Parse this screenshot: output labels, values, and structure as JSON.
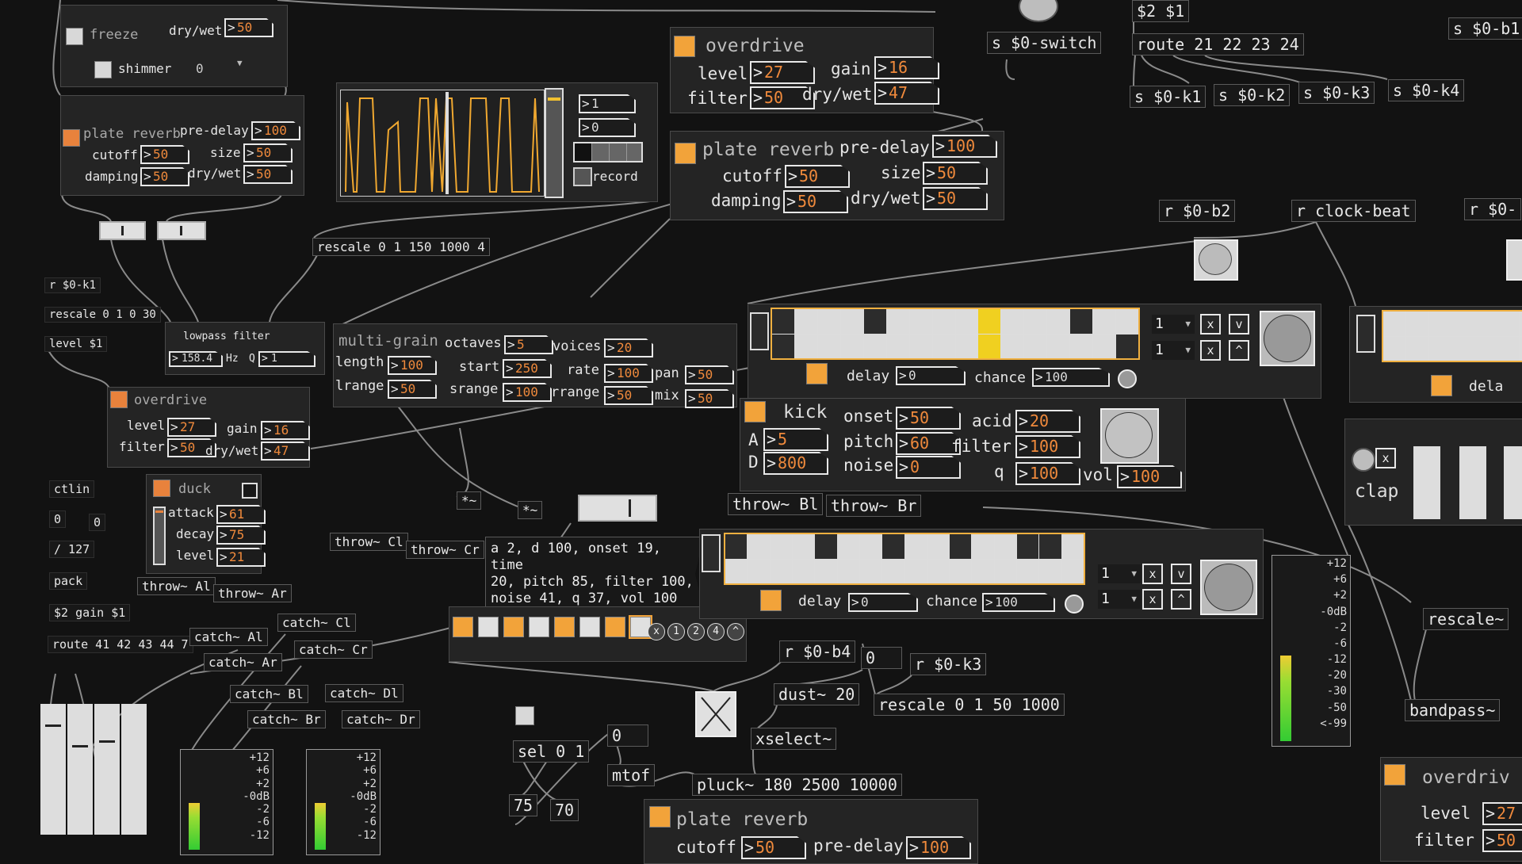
{
  "freeze_panel": {
    "freeze_label": "freeze",
    "drywet_label": "dry/wet",
    "drywet": "50",
    "shimmer_label": "shimmer",
    "shimmer_value": "0"
  },
  "plate_reverb_left": {
    "title": "plate reverb",
    "predelay_label": "pre-delay",
    "predelay": "100",
    "cutoff_label": "cutoff",
    "cutoff": "50",
    "size_label": "size",
    "size": "50",
    "damping_label": "damping",
    "damping": "50",
    "drywet_label": "dry/wet",
    "drywet": "50"
  },
  "looper": {
    "speed": "1",
    "offset": "0",
    "record_label": "record"
  },
  "lowpass": {
    "title": "lowpass filter",
    "freq": "158.4",
    "hz_label": "Hz",
    "q_label": "Q",
    "q": "1"
  },
  "overdrive_left": {
    "title": "overdrive",
    "level_label": "level",
    "level": "27",
    "filter_label": "filter",
    "filter": "50",
    "gain_label": "gain",
    "gain": "16",
    "drywet_label": "dry/wet",
    "drywet": "47"
  },
  "duck": {
    "title": "duck",
    "attack_label": "attack",
    "attack": "61",
    "decay_label": "decay",
    "decay": "75",
    "level_label": "level",
    "level": "21"
  },
  "multigrain": {
    "title": "multi-grain",
    "octaves_label": "octaves",
    "octaves": "5",
    "voices_label": "voices",
    "voices": "20",
    "length_label": "length",
    "length": "100",
    "start_label": "start",
    "start": "250",
    "rate_label": "rate",
    "rate": "100",
    "pan_label": "pan",
    "pan": "50",
    "lrange_label": "lrange",
    "lrange": "50",
    "srange_label": "srange",
    "srange": "100",
    "rrange_label": "rrange",
    "rrange": "50",
    "mix_label": "mix",
    "mix": "50"
  },
  "overdrive_top": {
    "title": "overdrive",
    "level_label": "level",
    "level": "27",
    "filter_label": "filter",
    "filter": "50",
    "gain_label": "gain",
    "gain": "16",
    "drywet_label": "dry/wet",
    "drywet": "47"
  },
  "plate_reverb_top": {
    "title": "plate reverb",
    "predelay_label": "pre-delay",
    "predelay": "100",
    "cutoff_label": "cutoff",
    "cutoff": "50",
    "size_label": "size",
    "size": "50",
    "damping_label": "damping",
    "damping": "50",
    "drywet_label": "dry/wet",
    "drywet": "50"
  },
  "seq1": {
    "rows": [
      [
        1,
        0,
        0,
        0,
        1,
        0,
        0,
        0,
        0,
        0,
        0,
        0,
        0,
        1,
        0,
        0
      ],
      [
        1,
        0,
        0,
        0,
        0,
        0,
        0,
        0,
        0,
        0,
        0,
        0,
        0,
        0,
        0,
        1
      ]
    ],
    "playhead": 9,
    "spin1": "1",
    "spin2": "1",
    "delay_label": "delay",
    "delay": "0",
    "chance_label": "chance",
    "chance": "100"
  },
  "kick": {
    "title": "kick",
    "a_label": "A",
    "a": "5",
    "d_label": "D",
    "d": "800",
    "onset_label": "onset",
    "onset": "50",
    "pitch_label": "pitch",
    "pitch": "60",
    "noise_label": "noise",
    "noise": "0",
    "acid_label": "acid",
    "acid": "20",
    "filter_label": "filter",
    "filter": "100",
    "q_label": "q",
    "q": "100",
    "vol_label": "vol",
    "vol": "100"
  },
  "seq2": {
    "rows": [
      [
        1,
        0,
        0,
        0,
        1,
        0,
        0,
        1,
        0,
        0,
        1,
        0,
        0,
        1,
        1,
        0
      ],
      [
        0,
        0,
        0,
        0,
        0,
        0,
        0,
        0,
        0,
        0,
        0,
        0,
        0,
        0,
        0,
        0
      ]
    ],
    "playhead": -1,
    "spin1": "1",
    "spin2": "1",
    "delay_label": "delay",
    "delay": "0",
    "chance_label": "chance",
    "chance": "100"
  },
  "seq_buttons": {
    "x": "x",
    "v": "v",
    "up": "^"
  },
  "steps": {
    "states": [
      "orange",
      "light",
      "orange",
      "light",
      "orange",
      "light",
      "orange",
      "light"
    ],
    "buttons": [
      "x",
      "1",
      "2",
      "4",
      "^"
    ]
  },
  "vu_labels": [
    "+12",
    "+6",
    "+2",
    "-0dB",
    "-2",
    "-6",
    "-12",
    "-20",
    "-30",
    "-50",
    "<-99"
  ],
  "vu_small_labels": [
    "+12",
    "+6",
    "+2",
    "-0dB",
    "-2",
    "-6",
    "-12"
  ],
  "clap": {
    "title": "clap",
    "delay_label": "dela"
  },
  "overdrive_br": {
    "title": "overdriv",
    "level_label": "level",
    "level": "27",
    "filter_label": "filter",
    "filter": "50"
  },
  "plate_reverb_bottom": {
    "title": "plate reverb",
    "predelay_label": "pre-delay",
    "predelay": "100",
    "cutoff_label": "cutoff",
    "cutoff": "50"
  },
  "message": "a 2, d 100, onset 19, time\n20, pitch 85, filter 100,\nnoise 41, q 37, vol 100",
  "objects": {
    "s_switch": "s $0-switch",
    "args": "$2 $1",
    "route_top": "route 21 22 23 24",
    "s_k1": "s $0-k1",
    "s_k2": "s $0-k2",
    "s_k3": "s $0-k3",
    "s_k4": "s $0-k4",
    "s_b1": "s $0-b1",
    "r_b2": "r $0-b2",
    "r_clock": "r clock-beat",
    "r_partial": "r $0-",
    "rescale_150": "rescale 0 1 150 1000 4",
    "r_k1": "r $0-k1",
    "rescale_30": "rescale 0 1 0 30",
    "level_msg": "level $1",
    "ctlin": "ctlin",
    "zero_a": "0",
    "zero_b": "0",
    "div127": "/ 127",
    "pack": "pack",
    "gain_msg": "$2 gain $1",
    "route_ctl": "route 41 42 43 44 7",
    "throw_al": "throw~ Al",
    "throw_ar": "throw~ Ar",
    "throw_cl": "throw~ Cl",
    "throw_cr": "throw~ Cr",
    "throw_bl": "throw~ Bl",
    "throw_br": "throw~ Br",
    "catch_al": "catch~ Al",
    "catch_ar": "catch~ Ar",
    "catch_cl": "catch~ Cl",
    "catch_cr": "catch~ Cr",
    "catch_bl": "catch~ Bl",
    "catch_br": "catch~ Br",
    "catch_dl": "catch~ Dl",
    "catch_dr": "catch~ Dr",
    "mul1": "*~",
    "mul2": "*~",
    "r_b4": "r $0-b4",
    "zero_c": "0",
    "r_k3": "r $0-k3",
    "dust": "dust~ 20",
    "xselect": "xselect~",
    "rescale_50": "rescale 0 1 50 1000",
    "sel": "sel 0 1",
    "zero_d": "0",
    "mtof": "mtof",
    "n75": "75",
    "n70": "70",
    "pluck": "pluck~ 180 2500 10000",
    "rescale_r": "rescale~",
    "bandpass": "bandpass~"
  },
  "colors": {
    "background": "#121212",
    "panel": "#242424",
    "number_text": "#f08a3c",
    "toggle": "#e8823c",
    "toggle_bright": "#f2a33a",
    "playhead": "#f0d020",
    "waveform": "#f0a830"
  }
}
